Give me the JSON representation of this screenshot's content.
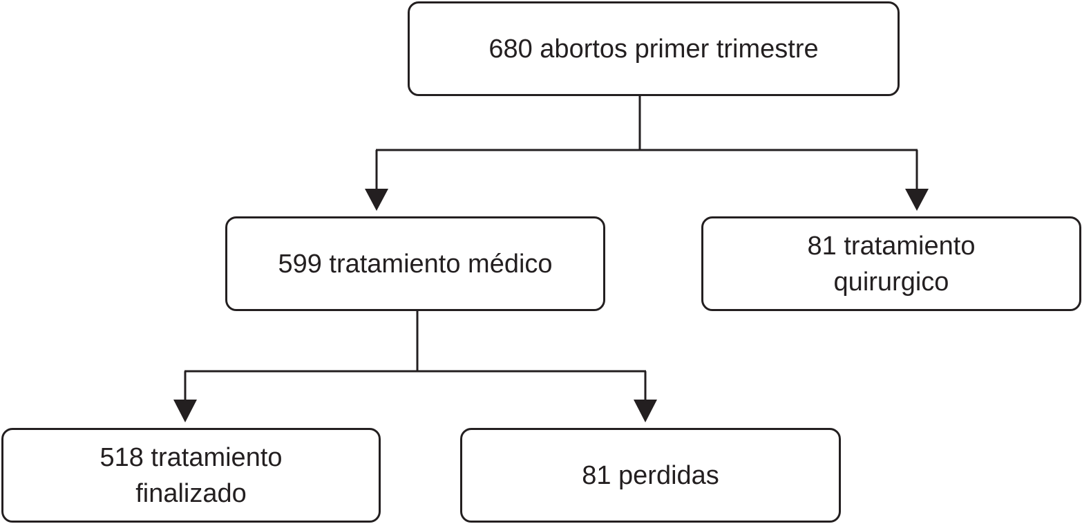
{
  "nodes": {
    "root": {
      "lines": [
        "680 abortos primer trimestre"
      ]
    },
    "medical": {
      "lines": [
        "599 tratamiento médico"
      ]
    },
    "surgical": {
      "lines": [
        "81 tratamiento",
        "quirurgico"
      ]
    },
    "completed": {
      "lines": [
        "518 tratamiento",
        "finalizado"
      ]
    },
    "lost": {
      "lines": [
        "81 perdidas"
      ]
    }
  },
  "edges": [
    {
      "from": "root",
      "to": "medical"
    },
    {
      "from": "root",
      "to": "surgical"
    },
    {
      "from": "medical",
      "to": "completed"
    },
    {
      "from": "medical",
      "to": "lost"
    }
  ],
  "colors": {
    "stroke": "#231f20",
    "background": "#ffffff"
  }
}
